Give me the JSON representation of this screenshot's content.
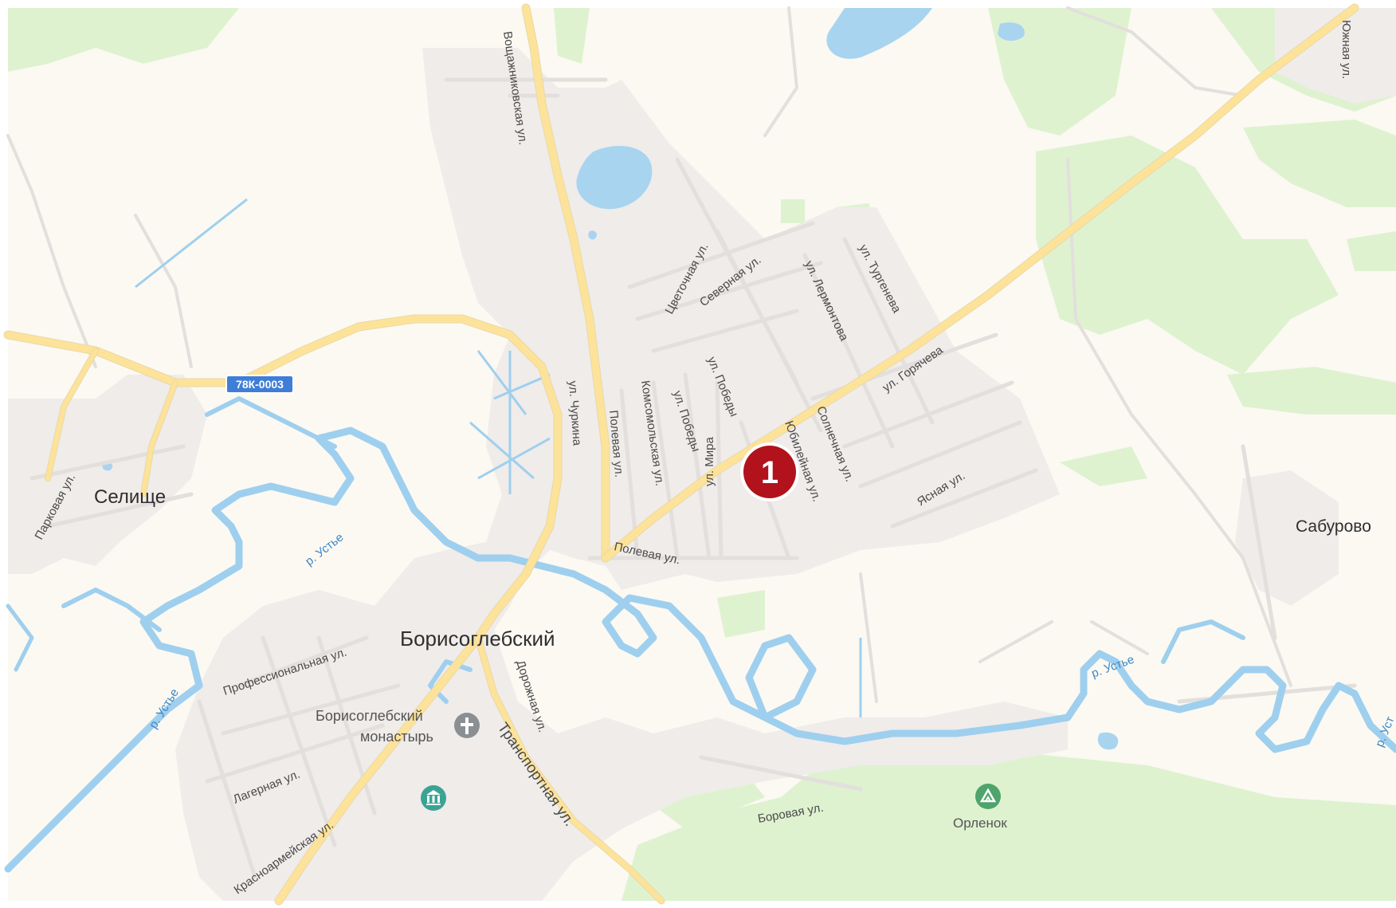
{
  "map": {
    "colors": {
      "land": "#fbf9f2",
      "urban": "#efecea",
      "forest": "#def2d0",
      "water": "#a8d4f0",
      "river": "#9fcfee",
      "road_major": "#fde39a",
      "road_minor": "#e3dfdc",
      "shield_bg": "#3f7ed8",
      "marker": "#b1121b",
      "poi_green": "#4ea46a",
      "poi_teal": "#3aa394"
    },
    "marker": {
      "label": "1"
    },
    "road_shield": "78К-0003",
    "places": {
      "selishche": "Селище",
      "borisoglebsky": "Борисоглебский",
      "saburovo": "Сабурово",
      "monastery_line1": "Борисоглебский",
      "monastery_line2": "монастырь",
      "orlenok": "Орленок"
    },
    "streets": {
      "voshchazhnikovskaya": "Вощажниковская ул.",
      "churkina": "ул. Чуркина",
      "tsvetochnaya": "Цветочная ул.",
      "severnaya": "Северная ул.",
      "lermontova": "ул. Лермонтова",
      "turgeneva": "ул. Тургенева",
      "goryacheva": "ул. Горячева",
      "pobedy1": "ул. Победы",
      "pobedy2": "ул. Победы",
      "komsomolskaya": "Комсомольская ул.",
      "polevaya1": "Полевая ул.",
      "polevaya2": "Полевая ул.",
      "yubileynaya": "Юбилейная ул.",
      "solnechnaya": "Солнечная ул.",
      "yasnaya": "Ясная ул.",
      "mira": "ул. Мира",
      "parkovaya": "Парковая ул.",
      "professionalnaya": "Профессиональная ул.",
      "lagernaya": "Лагерная ул.",
      "krasnoarmeyskaya": "Красноармейская ул.",
      "dorozhnaya": "Дорожная ул.",
      "transportnaya": "Транспортная ул.",
      "borovaya": "Боровая ул.",
      "yuzhnaya": "Южная ул."
    },
    "rivers": {
      "ustye1": "р. Устье",
      "ustye2": "р. Устье",
      "ustye3": "р. Устье",
      "ustye4": "р. Уст"
    },
    "icons": {
      "monastery": "cross-icon",
      "museum": "museum-icon",
      "camp": "camp-icon"
    }
  }
}
